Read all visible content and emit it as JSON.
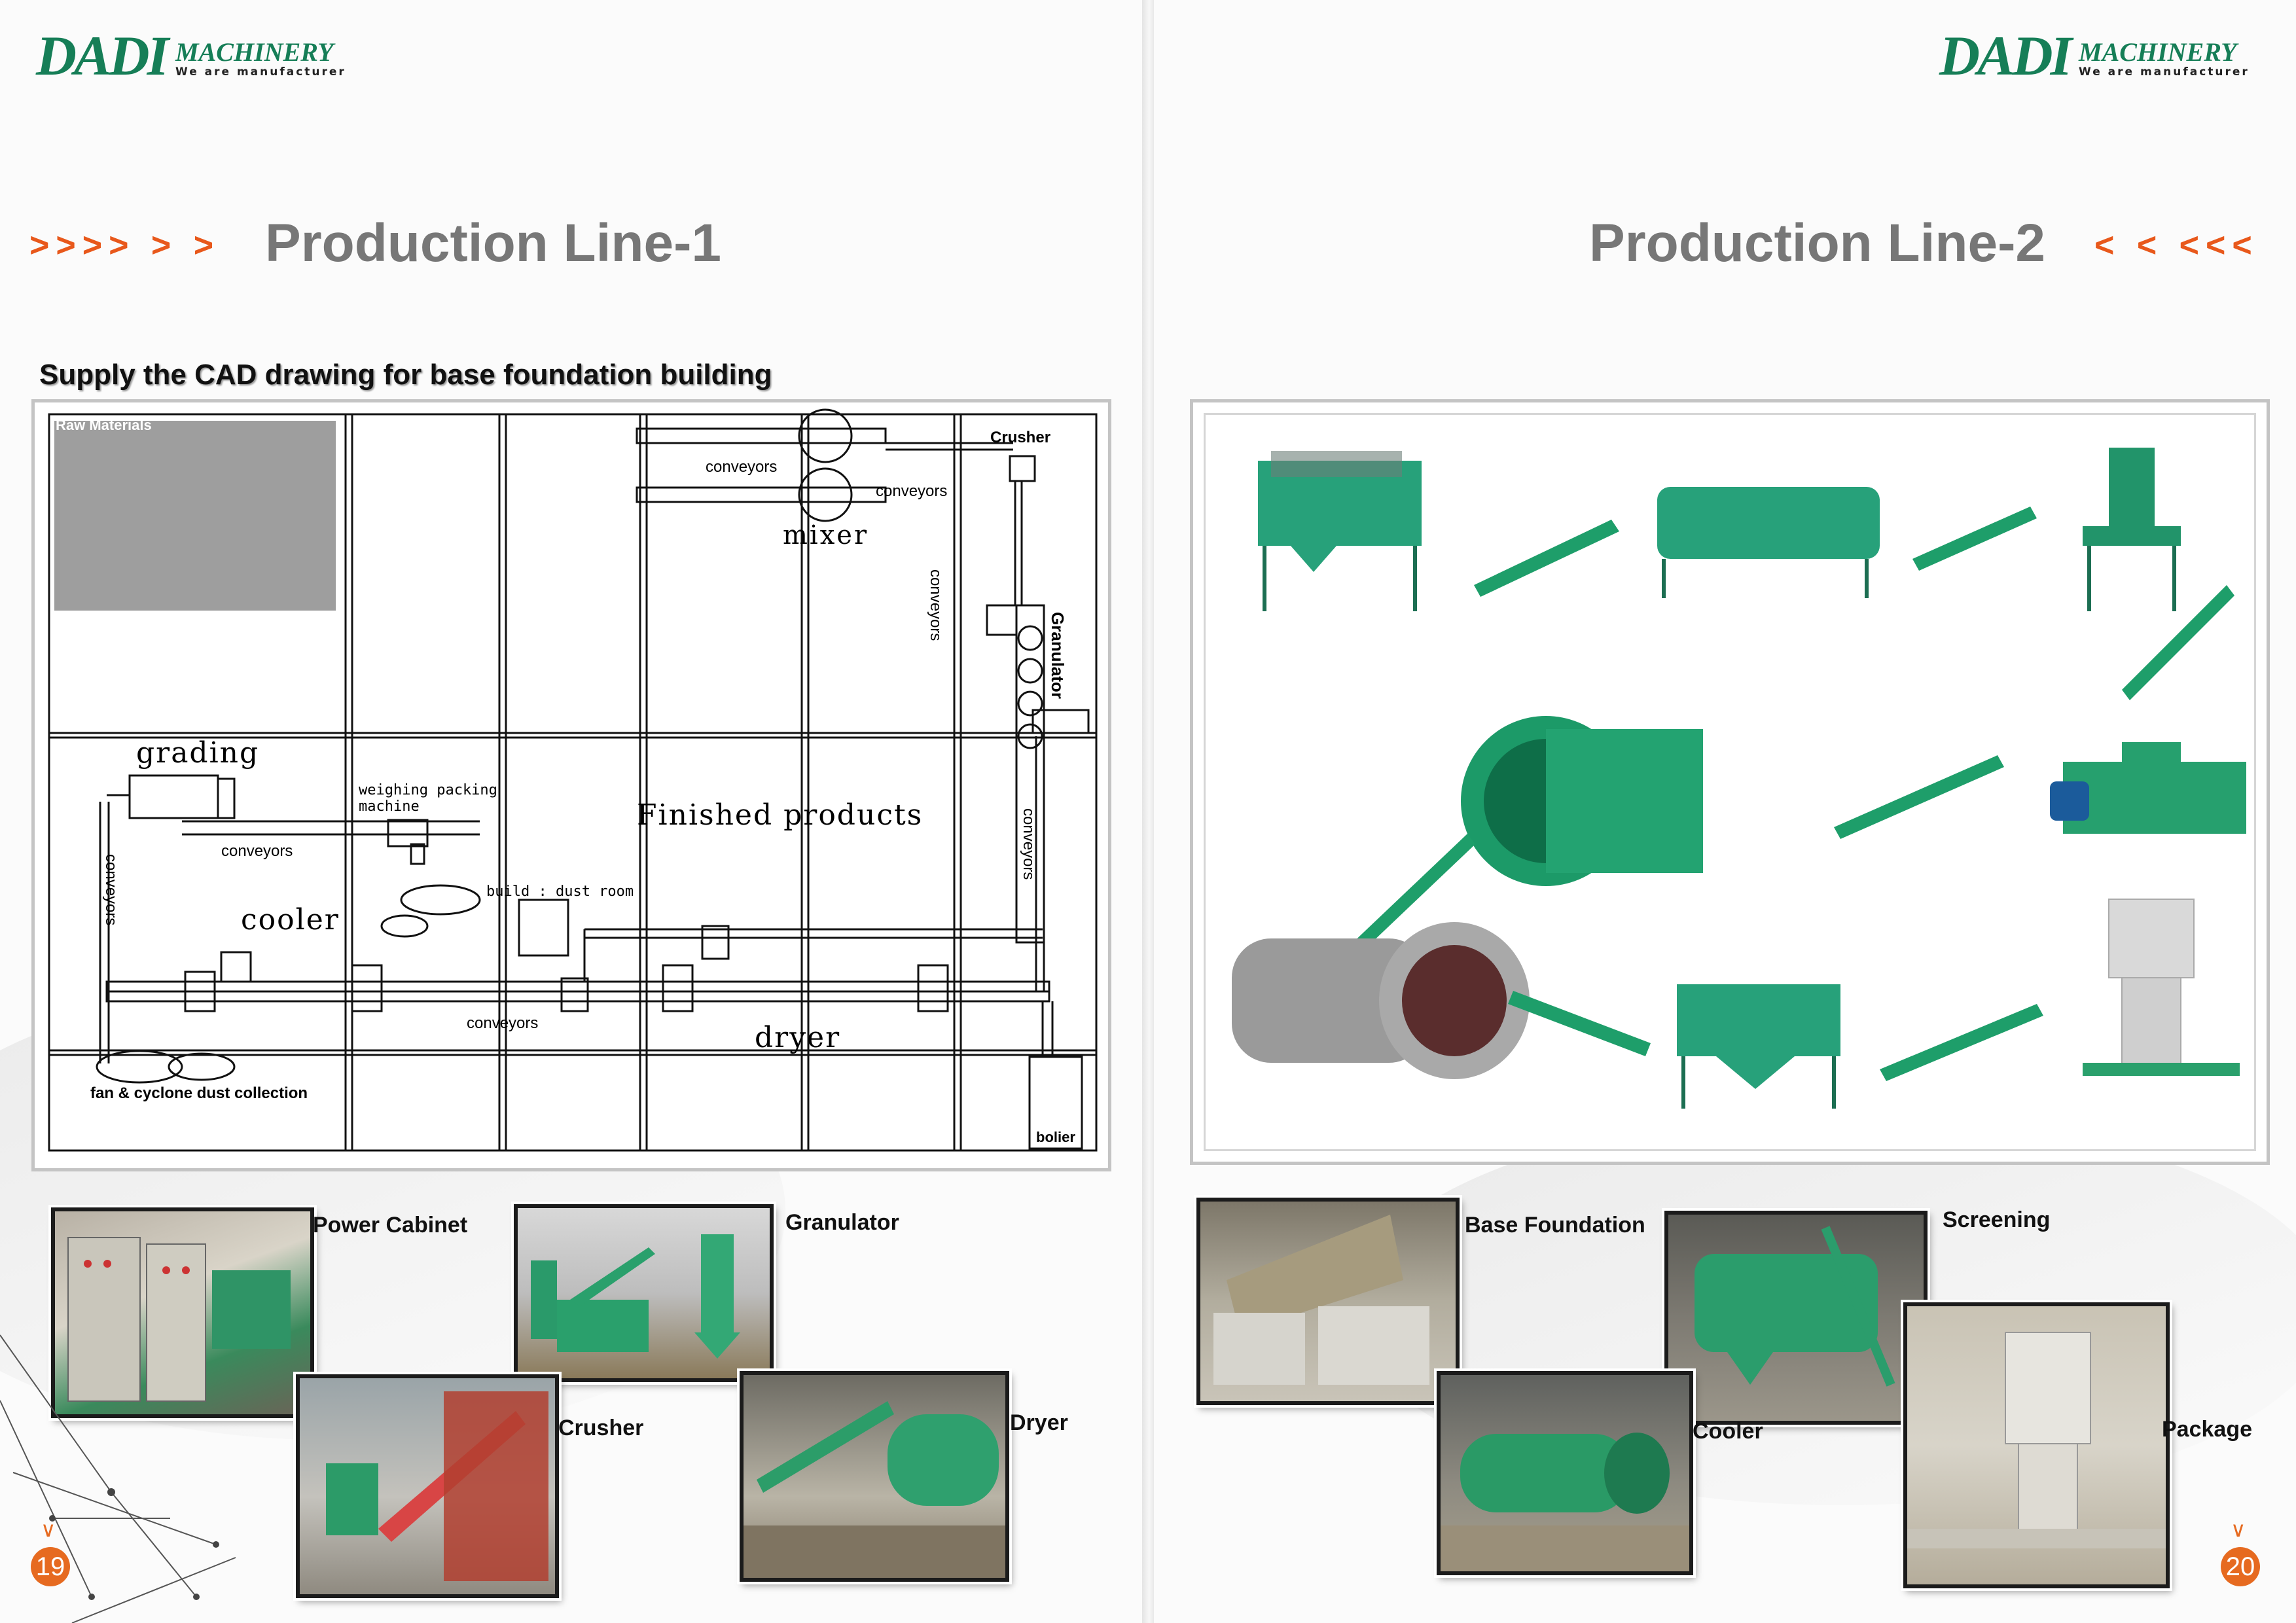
{
  "brand": {
    "mark": "DADI",
    "name": "MACHINERY",
    "tagline": "We are manufacturer"
  },
  "left_page": {
    "arrows": ">>>> > >",
    "title": "Production Line-1",
    "subtitle": "Supply the CAD drawing for base foundation building",
    "cad_labels": {
      "raw_materials": "Raw  Materials",
      "crusher": "Crusher",
      "conveyors_1": "conveyors",
      "conveyors_2": "conveyors",
      "mixer": "mixer",
      "conveyors_v1": "conveyors",
      "granulator": "Granulator",
      "grading": "grading",
      "weighing": "weighing packing machine",
      "finished": "Finished products",
      "conveyors_v2": "conveyors",
      "conveyors_3": "conveyors",
      "conveyors_v3": "conveyors",
      "build_dust": "build : dust room",
      "cooler": "cooler",
      "conveyors_4": "conveyors",
      "dryer": "dryer",
      "fan": "fan & cyclone dust collection",
      "bolier": "bolier"
    },
    "photos": [
      {
        "label": "Power Cabinet"
      },
      {
        "label": "Granulator"
      },
      {
        "label": "Crusher"
      },
      {
        "label": "Dryer"
      }
    ],
    "page_number": "19"
  },
  "right_page": {
    "title": "Production Line-2",
    "arrows": "< < <<<",
    "photos": [
      {
        "label": "Base Foundation"
      },
      {
        "label": "Screening"
      },
      {
        "label": "Cooler"
      },
      {
        "label": "Package"
      }
    ],
    "page_number": "20"
  },
  "colors": {
    "accent": "#e8581b",
    "brand": "#167e57",
    "machine_green": "#1f9e6b"
  }
}
